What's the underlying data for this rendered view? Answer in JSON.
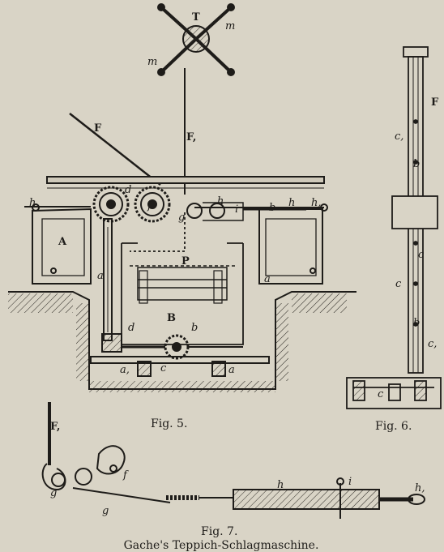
{
  "figures": {
    "fig5": {
      "caption": "Fig. 5.",
      "labels": {
        "T": "T",
        "m1": "m",
        "m2": "m",
        "F": "F",
        "F1": "F,",
        "A": "A",
        "P": "P",
        "B": "B",
        "a1": "a",
        "a2": "a",
        "a3": "a,",
        "a4": "a",
        "d1": "d",
        "d2": "d",
        "b1": "b",
        "b2": "b",
        "c": "c",
        "f": "f",
        "g": "g",
        "h1": "h,",
        "h2": "h,",
        "h3": "h",
        "h4": "h",
        "i": "i"
      }
    },
    "fig6": {
      "caption": "Fig. 6.",
      "labels": {
        "F": "F",
        "c1": "c,",
        "b1": "b",
        "c2": "c",
        "c3": "c",
        "b2": "b",
        "c4": "c,",
        "c5": "c"
      }
    },
    "fig7": {
      "caption": "Fig. 7.",
      "labels": {
        "F1": "F,",
        "g": "g",
        "f": "f",
        "gg": "g",
        "h": "h",
        "h1": "h,",
        "i": "i"
      }
    }
  },
  "title": "Gache's Teppich-Schlagmaschine.",
  "colors": {
    "paper": "#d9d4c6",
    "ink": "#1e1c19"
  }
}
